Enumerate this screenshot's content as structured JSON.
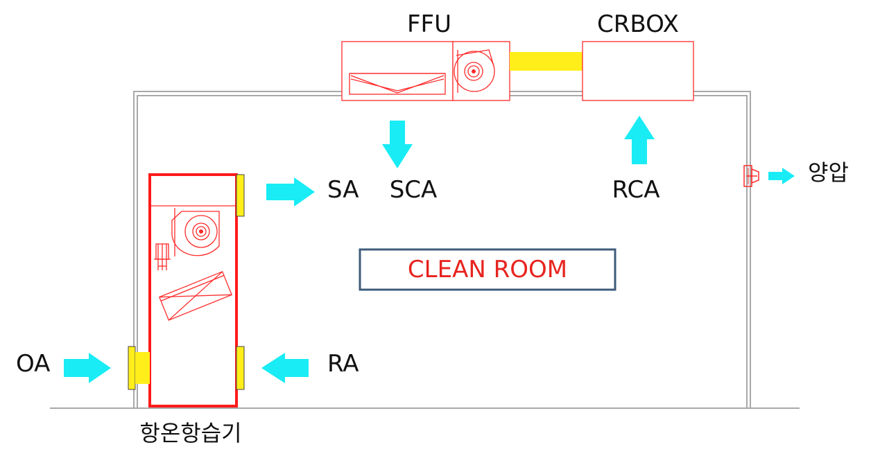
{
  "labels": {
    "ffu": "FFU",
    "crbox": "CRBOX",
    "sa": "SA",
    "sca": "SCA",
    "rca": "RCA",
    "positive_pressure": "양압",
    "oa": "OA",
    "ra": "RA",
    "ahu": "항온항습기",
    "clean_room": "CLEAN ROOM"
  },
  "colors": {
    "equipment": "#ff2a2a",
    "duct": "#ffee1a",
    "airflow_arrow": "#19ecf5",
    "room_box_border": "#3e5b7a",
    "clean_room_text": "#e8231e",
    "wall": "#a8a8a8"
  }
}
